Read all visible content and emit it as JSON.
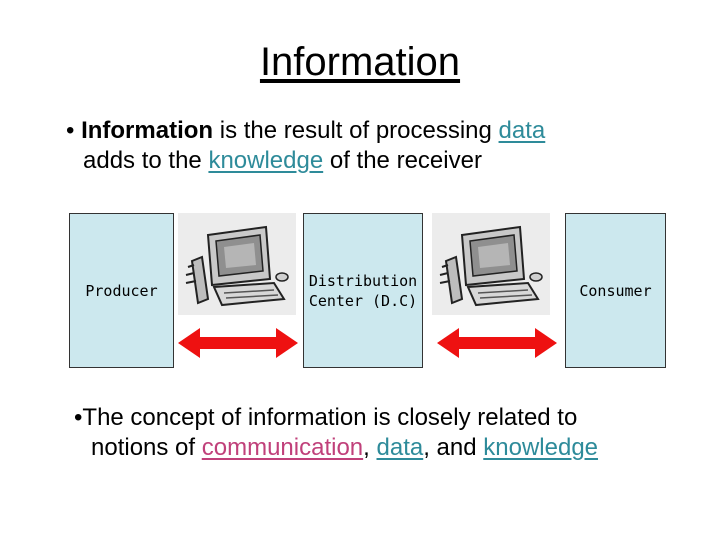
{
  "title": "Information",
  "bullet1": {
    "marker": "•",
    "bold": "Information",
    "text_a": " is the result of processing ",
    "link_data": "data",
    "text_b": "adds to the ",
    "link_knowledge": "knowledge",
    "text_c": " of the receiver"
  },
  "diagram": {
    "producer": "Producer",
    "distribution_line1": "Distribution",
    "distribution_line2": "Center (D.C)",
    "consumer": "Consumer",
    "icon_left": "computer-icon",
    "icon_right": "computer-icon",
    "arrow_color": "#ee1111",
    "box_color": "#cce8ee"
  },
  "bullet2": {
    "marker": "•",
    "text_a": "The concept of information is closely related to",
    "text_b": "notions of ",
    "link_communication": "communication",
    "sep1": ", ",
    "link_data": "data",
    "sep2": ", and ",
    "link_knowledge": "knowledge"
  },
  "colors": {
    "teal_link": "#2e8b9a",
    "magenta_link": "#c0407a"
  }
}
